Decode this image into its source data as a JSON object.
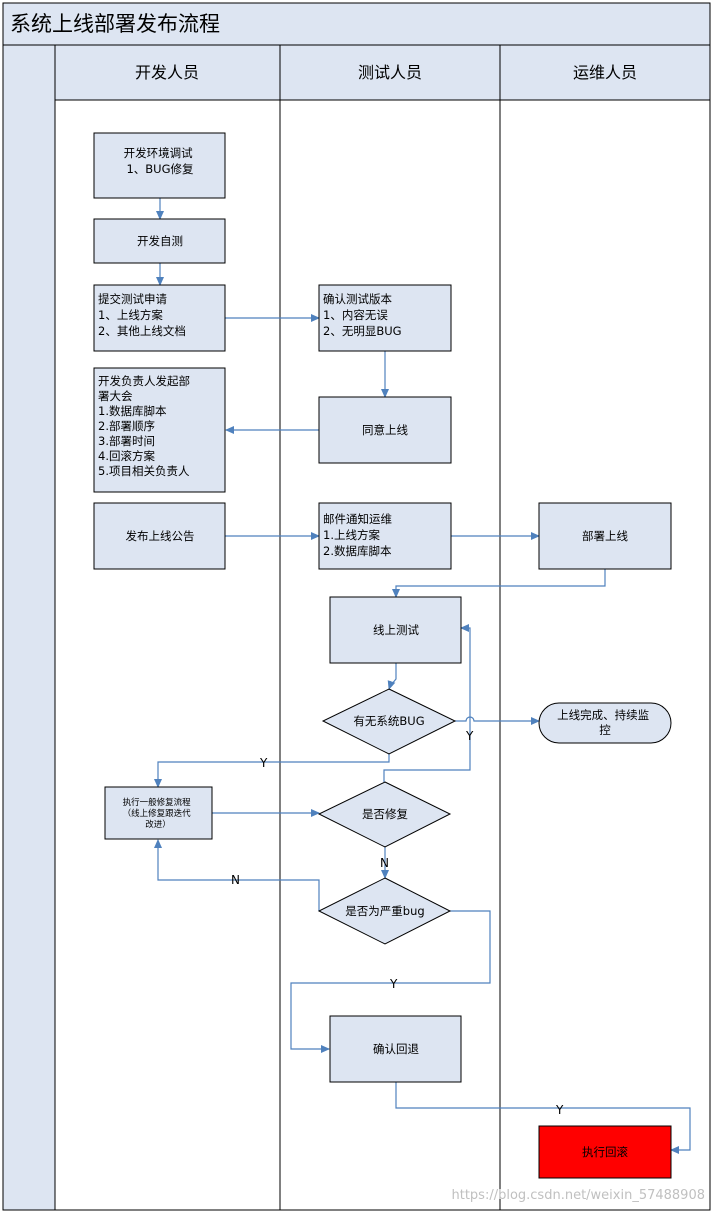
{
  "title": "系统上线部署发布流程",
  "lanes": [
    "开发人员",
    "测试人员",
    "运维人员"
  ],
  "colors": {
    "box_fill": "#dde5f2",
    "header_fill": "#dde5f2",
    "border": "#000000",
    "arrow": "#4f81bd",
    "rollback_fill": "#ff0000"
  },
  "nodes": {
    "dev_env": [
      "开发环境调试",
      "1、BUG修复"
    ],
    "self_test": [
      "开发自测"
    ],
    "submit_test": [
      "提交测试申请",
      "1、上线方案",
      "2、其他上线文档"
    ],
    "confirm_version": [
      "确认测试版本",
      "1、内容无误",
      "2、无明显BUG"
    ],
    "deploy_meeting": [
      "开发负责人发起部",
      "署大会",
      "1.数据库脚本",
      "2.部署顺序",
      "3.部署时间",
      "4.回滚方案",
      "5.项目相关负责人"
    ],
    "agree_online": [
      "同意上线"
    ],
    "publish_notice": [
      "发布上线公告"
    ],
    "email_ops": [
      "邮件通知运维",
      "1.上线方案",
      "2.数据库脚本"
    ],
    "deploy_online": [
      "部署上线"
    ],
    "online_test": [
      "线上测试"
    ],
    "has_bug": [
      "有无系统BUG"
    ],
    "done_monitor": [
      "上线完成、持续监",
      "控"
    ],
    "fix_flow": [
      "执行一般修复流程",
      "（线上修复跟迭代",
      "改进）"
    ],
    "is_fixed": [
      "是否修复"
    ],
    "is_serious": [
      "是否为严重bug"
    ],
    "confirm_rollback": [
      "确认回退"
    ],
    "exec_rollback": [
      "执行回滚"
    ]
  },
  "edge_labels": {
    "bug_no": "Y",
    "bug_yes": "Y",
    "fixed_no": "N",
    "serious_no": "N",
    "serious_yes": "Y",
    "rollback_yes": "Y"
  },
  "watermark": "https://blog.csdn.net/weixin_57488908"
}
